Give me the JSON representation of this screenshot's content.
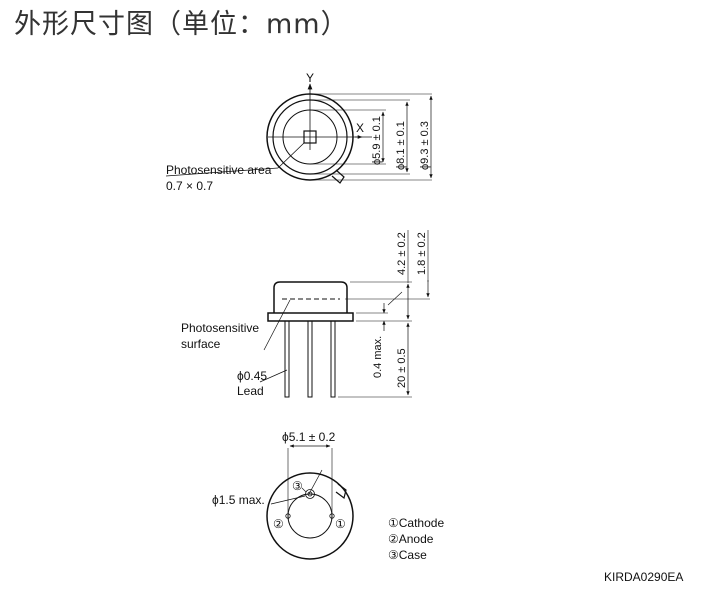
{
  "title": "外形尺寸图（单位：mm）",
  "top_view": {
    "axis_y": "Y",
    "axis_x": "X",
    "dim_inner": "ϕ5.9 ± 0.1",
    "dim_mid": "ϕ8.1 ± 0.1",
    "dim_outer": "ϕ9.3 ± 0.3",
    "photosensitive_area_label": "Photosensitive area",
    "photosensitive_area_value": "0.7 × 0.7"
  },
  "side_view": {
    "dim_total_height": "4.2 ± 0.2",
    "dim_surface_height": "1.8 ± 0.2",
    "dim_flange": "0.4 max.",
    "dim_lead_length": "20 ± 0.5",
    "photosensitive_surface_line1": "Photosensitive",
    "photosensitive_surface_line2": "surface",
    "lead_diameter": "ϕ0.45",
    "lead_label": "Lead"
  },
  "bottom_view": {
    "pin_circle": "ϕ5.1 ± 0.2",
    "window_max": "ϕ1.5 max.",
    "pin_1": "①",
    "pin_2": "②",
    "pin_3": "③",
    "legend": [
      {
        "label": "①Cathode"
      },
      {
        "label": "②Anode"
      },
      {
        "label": "③Case"
      }
    ]
  },
  "drawing_code": "KIRDA0290EA"
}
